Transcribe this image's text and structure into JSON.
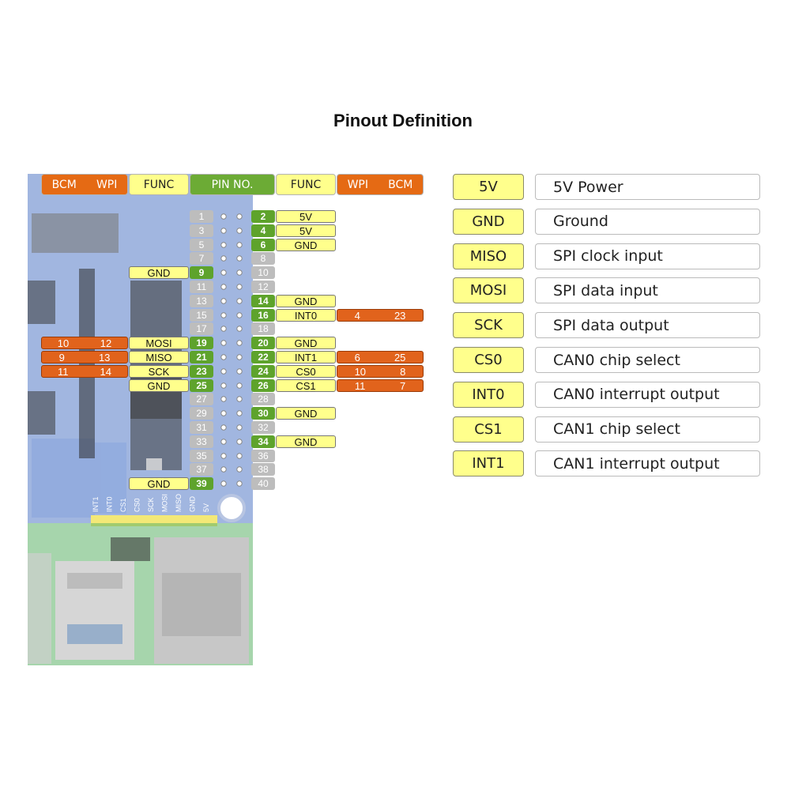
{
  "title": "Pinout Definition",
  "colors": {
    "orange": "#e56a14",
    "yellow": "#ffff8c",
    "green": "#6cab35",
    "grey": "#bdbdbd"
  },
  "header": {
    "left_bcm": "BCM",
    "left_wpi": "WPI",
    "left_func": "FUNC",
    "pin_no": "PIN NO.",
    "right_func": "FUNC",
    "right_wpi": "WPI",
    "right_bcm": "BCM"
  },
  "pins": [
    {
      "odd": "1",
      "even": "2",
      "odd_active": false,
      "even_active": true,
      "right_func": "5V"
    },
    {
      "odd": "3",
      "even": "4",
      "odd_active": false,
      "even_active": true,
      "right_func": "5V"
    },
    {
      "odd": "5",
      "even": "6",
      "odd_active": false,
      "even_active": true,
      "right_func": "GND"
    },
    {
      "odd": "7",
      "even": "8",
      "odd_active": false,
      "even_active": false
    },
    {
      "odd": "9",
      "even": "10",
      "odd_active": true,
      "even_active": false,
      "left_func": "GND"
    },
    {
      "odd": "11",
      "even": "12",
      "odd_active": false,
      "even_active": false
    },
    {
      "odd": "13",
      "even": "14",
      "odd_active": false,
      "even_active": true,
      "right_func": "GND"
    },
    {
      "odd": "15",
      "even": "16",
      "odd_active": false,
      "even_active": true,
      "right_func": "INT0",
      "right_wpi": "4",
      "right_bcm": "23"
    },
    {
      "odd": "17",
      "even": "18",
      "odd_active": false,
      "even_active": false
    },
    {
      "odd": "19",
      "even": "20",
      "odd_active": true,
      "even_active": true,
      "left_func": "MOSI",
      "left_bcm": "10",
      "left_wpi": "12",
      "right_func": "GND"
    },
    {
      "odd": "21",
      "even": "22",
      "odd_active": true,
      "even_active": true,
      "left_func": "MISO",
      "left_bcm": "9",
      "left_wpi": "13",
      "right_func": "INT1",
      "right_wpi": "6",
      "right_bcm": "25"
    },
    {
      "odd": "23",
      "even": "24",
      "odd_active": true,
      "even_active": true,
      "left_func": "SCK",
      "left_bcm": "11",
      "left_wpi": "14",
      "right_func": "CS0",
      "right_wpi": "10",
      "right_bcm": "8"
    },
    {
      "odd": "25",
      "even": "26",
      "odd_active": true,
      "even_active": true,
      "left_func": "GND",
      "right_func": "CS1",
      "right_wpi": "11",
      "right_bcm": "7"
    },
    {
      "odd": "27",
      "even": "28",
      "odd_active": false,
      "even_active": false
    },
    {
      "odd": "29",
      "even": "30",
      "odd_active": false,
      "even_active": true,
      "right_func": "GND"
    },
    {
      "odd": "31",
      "even": "32",
      "odd_active": false,
      "even_active": false
    },
    {
      "odd": "33",
      "even": "34",
      "odd_active": false,
      "even_active": true,
      "right_func": "GND"
    },
    {
      "odd": "35",
      "even": "36",
      "odd_active": false,
      "even_active": false
    },
    {
      "odd": "37",
      "even": "38",
      "odd_active": false,
      "even_active": false
    },
    {
      "odd": "39",
      "even": "40",
      "odd_active": true,
      "even_active": false,
      "left_func": "GND"
    }
  ],
  "silkscreen": [
    "INT1",
    "INT0",
    "CS1",
    "CS0",
    "SCK",
    "MOSI",
    "MISO",
    "GND",
    "5V"
  ],
  "legend": [
    {
      "key": "5V",
      "desc": "5V Power"
    },
    {
      "key": "GND",
      "desc": "Ground"
    },
    {
      "key": "MISO",
      "desc": "SPI clock input"
    },
    {
      "key": "MOSI",
      "desc": "SPI data input"
    },
    {
      "key": "SCK",
      "desc": "SPI data output"
    },
    {
      "key": "CS0",
      "desc": "CAN0 chip select"
    },
    {
      "key": "INT0",
      "desc": "CAN0 interrupt output"
    },
    {
      "key": "CS1",
      "desc": "CAN1 chip select"
    },
    {
      "key": "INT1",
      "desc": "CAN1 interrupt output"
    }
  ]
}
